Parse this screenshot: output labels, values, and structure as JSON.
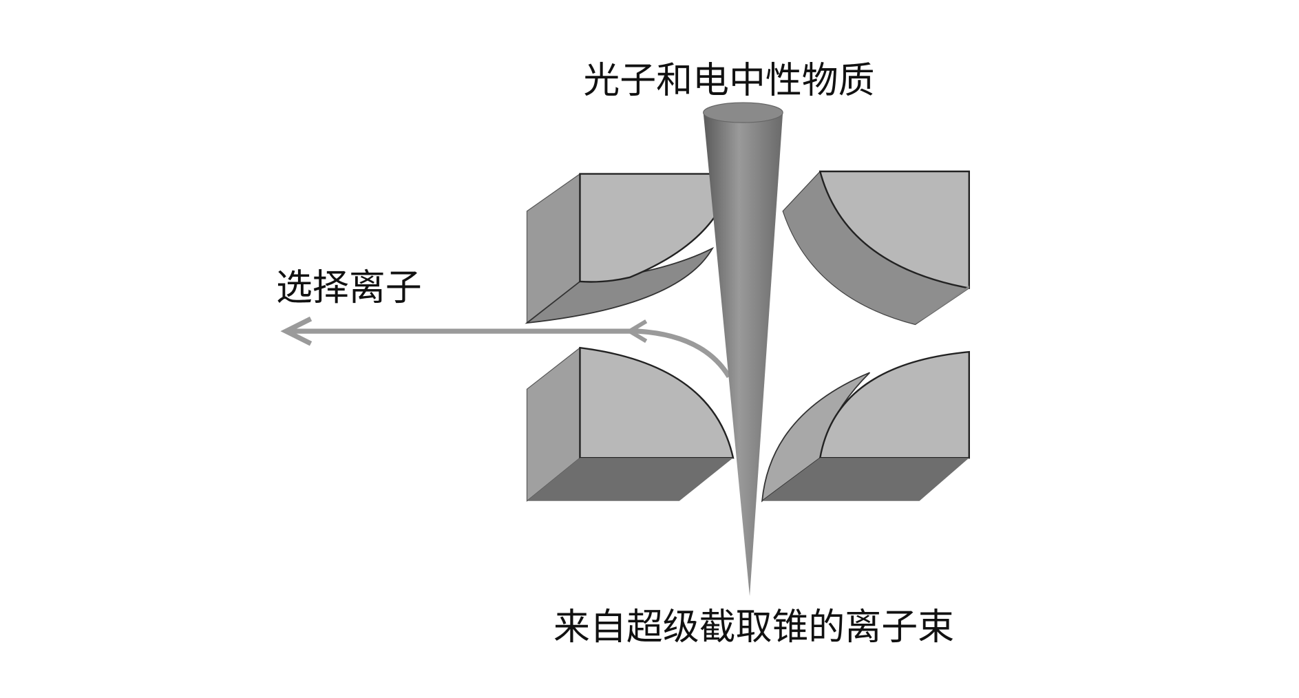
{
  "labels": {
    "top": "光子和电中性物质",
    "left": "选择离子",
    "bottom": "来自超级截取锥的离子束"
  },
  "colors": {
    "front_face": "#b4b4b4",
    "side_face": "#8e8e8e",
    "dark_face": "#6e6e6e",
    "cone": "#7a7a7a",
    "arrow": "#9a9a9a"
  }
}
